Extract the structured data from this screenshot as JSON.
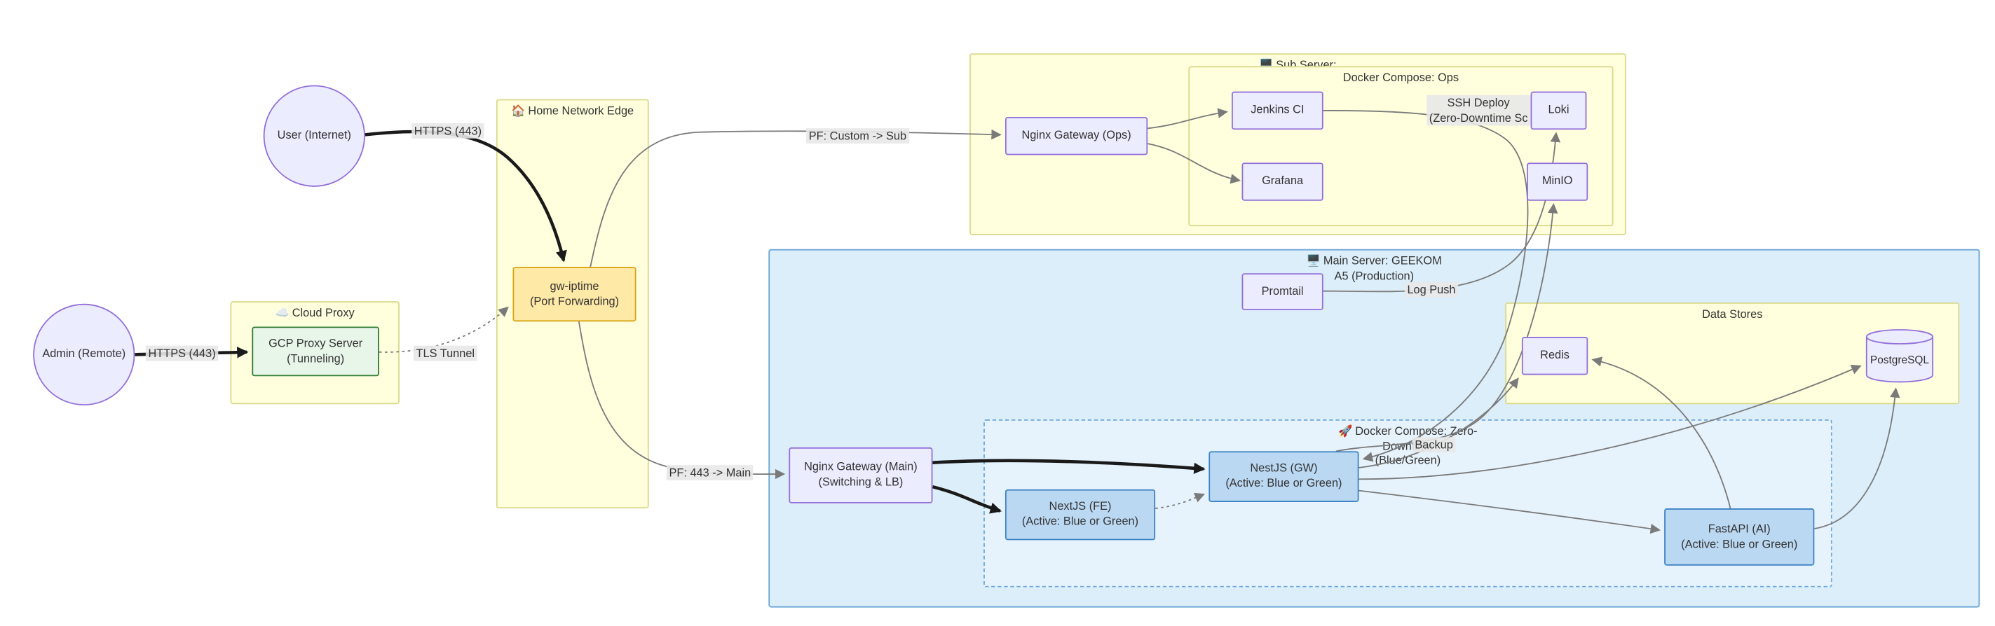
{
  "diagram": {
    "subgraphs": {
      "cloud_proxy": {
        "icon": "☁️",
        "label": "Cloud Proxy"
      },
      "home_edge": {
        "icon": "🏠",
        "label": "Home Network Edge"
      },
      "sub_server": {
        "icon": "🖥️",
        "label": "Sub Server:"
      },
      "docker_ops": {
        "label": "Docker Compose: Ops"
      },
      "main_server": {
        "icon": "🖥️",
        "label_1": "Main Server: GEEKOM",
        "label_2": "A5 (Production)"
      },
      "data_stores": {
        "label": "Data Stores"
      },
      "docker_zero": {
        "icon": "🚀",
        "label_1": "Docker Compose: Zero-",
        "label_2": "Downtime",
        "label_3": "(Blue/Green)"
      }
    },
    "nodes": {
      "user": {
        "label": "User (Internet)"
      },
      "admin": {
        "label": "Admin (Remote)"
      },
      "gcp": {
        "line1": "GCP Proxy Server",
        "line2": "(Tunneling)"
      },
      "gw_iptime": {
        "line1": "gw-iptime",
        "line2": "(Port Forwarding)"
      },
      "nginx_ops": {
        "line1": "Nginx Gateway (Ops)"
      },
      "jenkins": {
        "line1": "Jenkins CI"
      },
      "grafana": {
        "line1": "Grafana"
      },
      "loki": {
        "line1": "Loki"
      },
      "minio": {
        "line1": "MinIO"
      },
      "promtail": {
        "line1": "Promtail"
      },
      "nginx_main": {
        "line1": "Nginx Gateway (Main)",
        "line2": "(Switching & LB)"
      },
      "nextjs": {
        "line1": "NextJS (FE)",
        "line2": "(Active: Blue or Green)"
      },
      "nestjs": {
        "line1": "NestJS (GW)",
        "line2": "(Active: Blue or Green)"
      },
      "fastapi": {
        "line1": "FastAPI (AI)",
        "line2": "(Active: Blue or Green)"
      },
      "redis": {
        "line1": "Redis"
      },
      "postgres": {
        "line1": "PostgreSQL"
      }
    },
    "edge_labels": {
      "https_user": "HTTPS (443)",
      "https_admin": "HTTPS (443)",
      "tls_tunnel": "TLS Tunnel",
      "pf_sub": "PF: Custom -> Sub",
      "pf_main": "PF: 443 -> Main",
      "ssh_deploy_1": "SSH Deploy",
      "ssh_deploy_2": "(Zero-Downtime Sc",
      "log_push": "Log Push",
      "backup": "Backup"
    },
    "colors": {
      "node_default_fill": "#ECECFF",
      "node_default_stroke": "#9370DB",
      "node_blue_fill": "#BBD8F2",
      "node_blue_stroke": "#3D82C4",
      "node_green_fill": "#E8F5E9",
      "node_green_stroke": "#2E7D32",
      "node_orange_fill": "#FFE9A6",
      "node_orange_stroke": "#D9A514",
      "subgraph_yellow_fill": "#FFFFDE",
      "subgraph_yellow_stroke": "#D9D98A",
      "main_server_fill": "#DCEEF9",
      "main_server_stroke": "#6BA5D8",
      "edge_gray": "#7A7A7A",
      "edge_black": "#1A1A1A"
    }
  }
}
